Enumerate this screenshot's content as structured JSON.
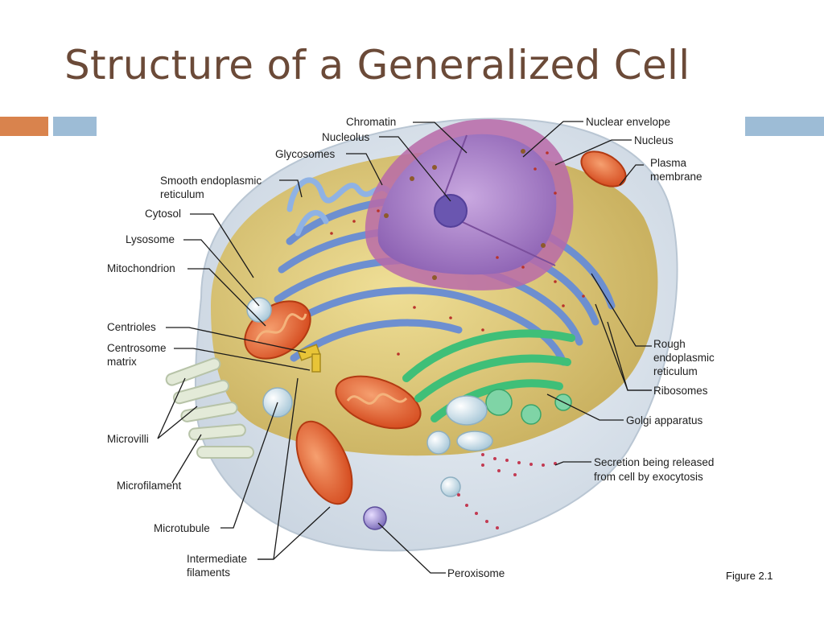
{
  "slide": {
    "title": "Structure of a Generalized Cell",
    "figure_label": "Figure 2.1"
  },
  "labels": {
    "chromatin": "Chromatin",
    "nucleolus": "Nucleolus",
    "glycosomes": "Glycosomes",
    "smooth_er_1": "Smooth endoplasmic",
    "smooth_er_2": "reticulum",
    "cytosol": "Cytosol",
    "lysosome": "Lysosome",
    "mitochondrion": "Mitochondrion",
    "centrioles": "Centrioles",
    "centrosome_1": "Centrosome",
    "centrosome_2": "matrix",
    "microvilli": "Microvilli",
    "microfilament": "Microfilament",
    "microtubule": "Microtubule",
    "intermediate_1": "Intermediate",
    "intermediate_2": "filaments",
    "nuclear_envelope": "Nuclear envelope",
    "nucleus": "Nucleus",
    "plasma_1": "Plasma",
    "plasma_2": "membrane",
    "rough_er_1": "Rough",
    "rough_er_2": "endoplasmic",
    "rough_er_3": "reticulum",
    "ribosomes": "Ribosomes",
    "golgi": "Golgi apparatus",
    "secretion_1": "Secretion being released",
    "secretion_2": "from cell by exocytosis",
    "peroxisome": "Peroxisome"
  },
  "colors": {
    "title": "#6b4a38",
    "accent_orange": "#d9834d",
    "accent_blue": "#9dbcd6",
    "nucleus": "#a57fc4",
    "nuclear_envelope": "#b86aa8",
    "rough_er": "#6d8fd0",
    "golgi": "#3fbf78",
    "mitochondrion": "#e0592c",
    "cytosol": "#e2c96a",
    "membrane": "#dfe6ee"
  }
}
